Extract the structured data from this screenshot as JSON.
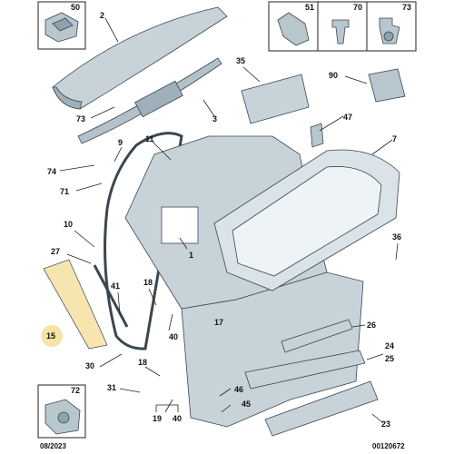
{
  "callouts": {
    "c2": "2",
    "c3": "3",
    "c7": "7",
    "c9": "9",
    "c10": "10",
    "c11": "11",
    "c1": "1",
    "c15": "15",
    "c17": "17",
    "c18a": "18",
    "c18b": "18",
    "c19": "19",
    "c23": "23",
    "c24": "24",
    "c25": "25",
    "c26": "26",
    "c27": "27",
    "c30": "30",
    "c31": "31",
    "c35": "35",
    "c36": "36",
    "c40a": "40",
    "c40b": "40",
    "c41": "41",
    "c45": "45",
    "c46": "46",
    "c47": "47",
    "c50": "50",
    "c51": "51",
    "c70": "70",
    "c71": "71",
    "c72": "72",
    "c73": "73",
    "c74": "74",
    "c90": "90"
  },
  "footer": {
    "date": "08/2023",
    "diagram_code": "00120672"
  },
  "colors": {
    "part_fill": "#c8d3d9",
    "part_dark": "#9fb0ba",
    "highlight": "#f7e3a8",
    "line": "#222222"
  }
}
